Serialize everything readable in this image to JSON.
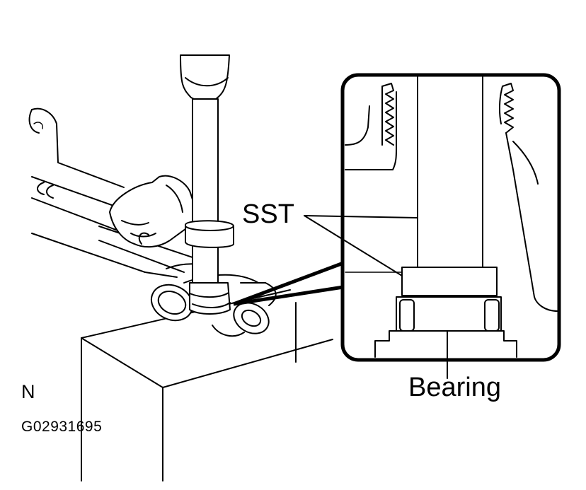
{
  "figure": {
    "view_letter": "N",
    "figure_code": "G02931695"
  },
  "callouts": {
    "sst": "SST",
    "bearing": "Bearing"
  },
  "colors": {
    "ink": "#000000",
    "background": "#ffffff"
  }
}
